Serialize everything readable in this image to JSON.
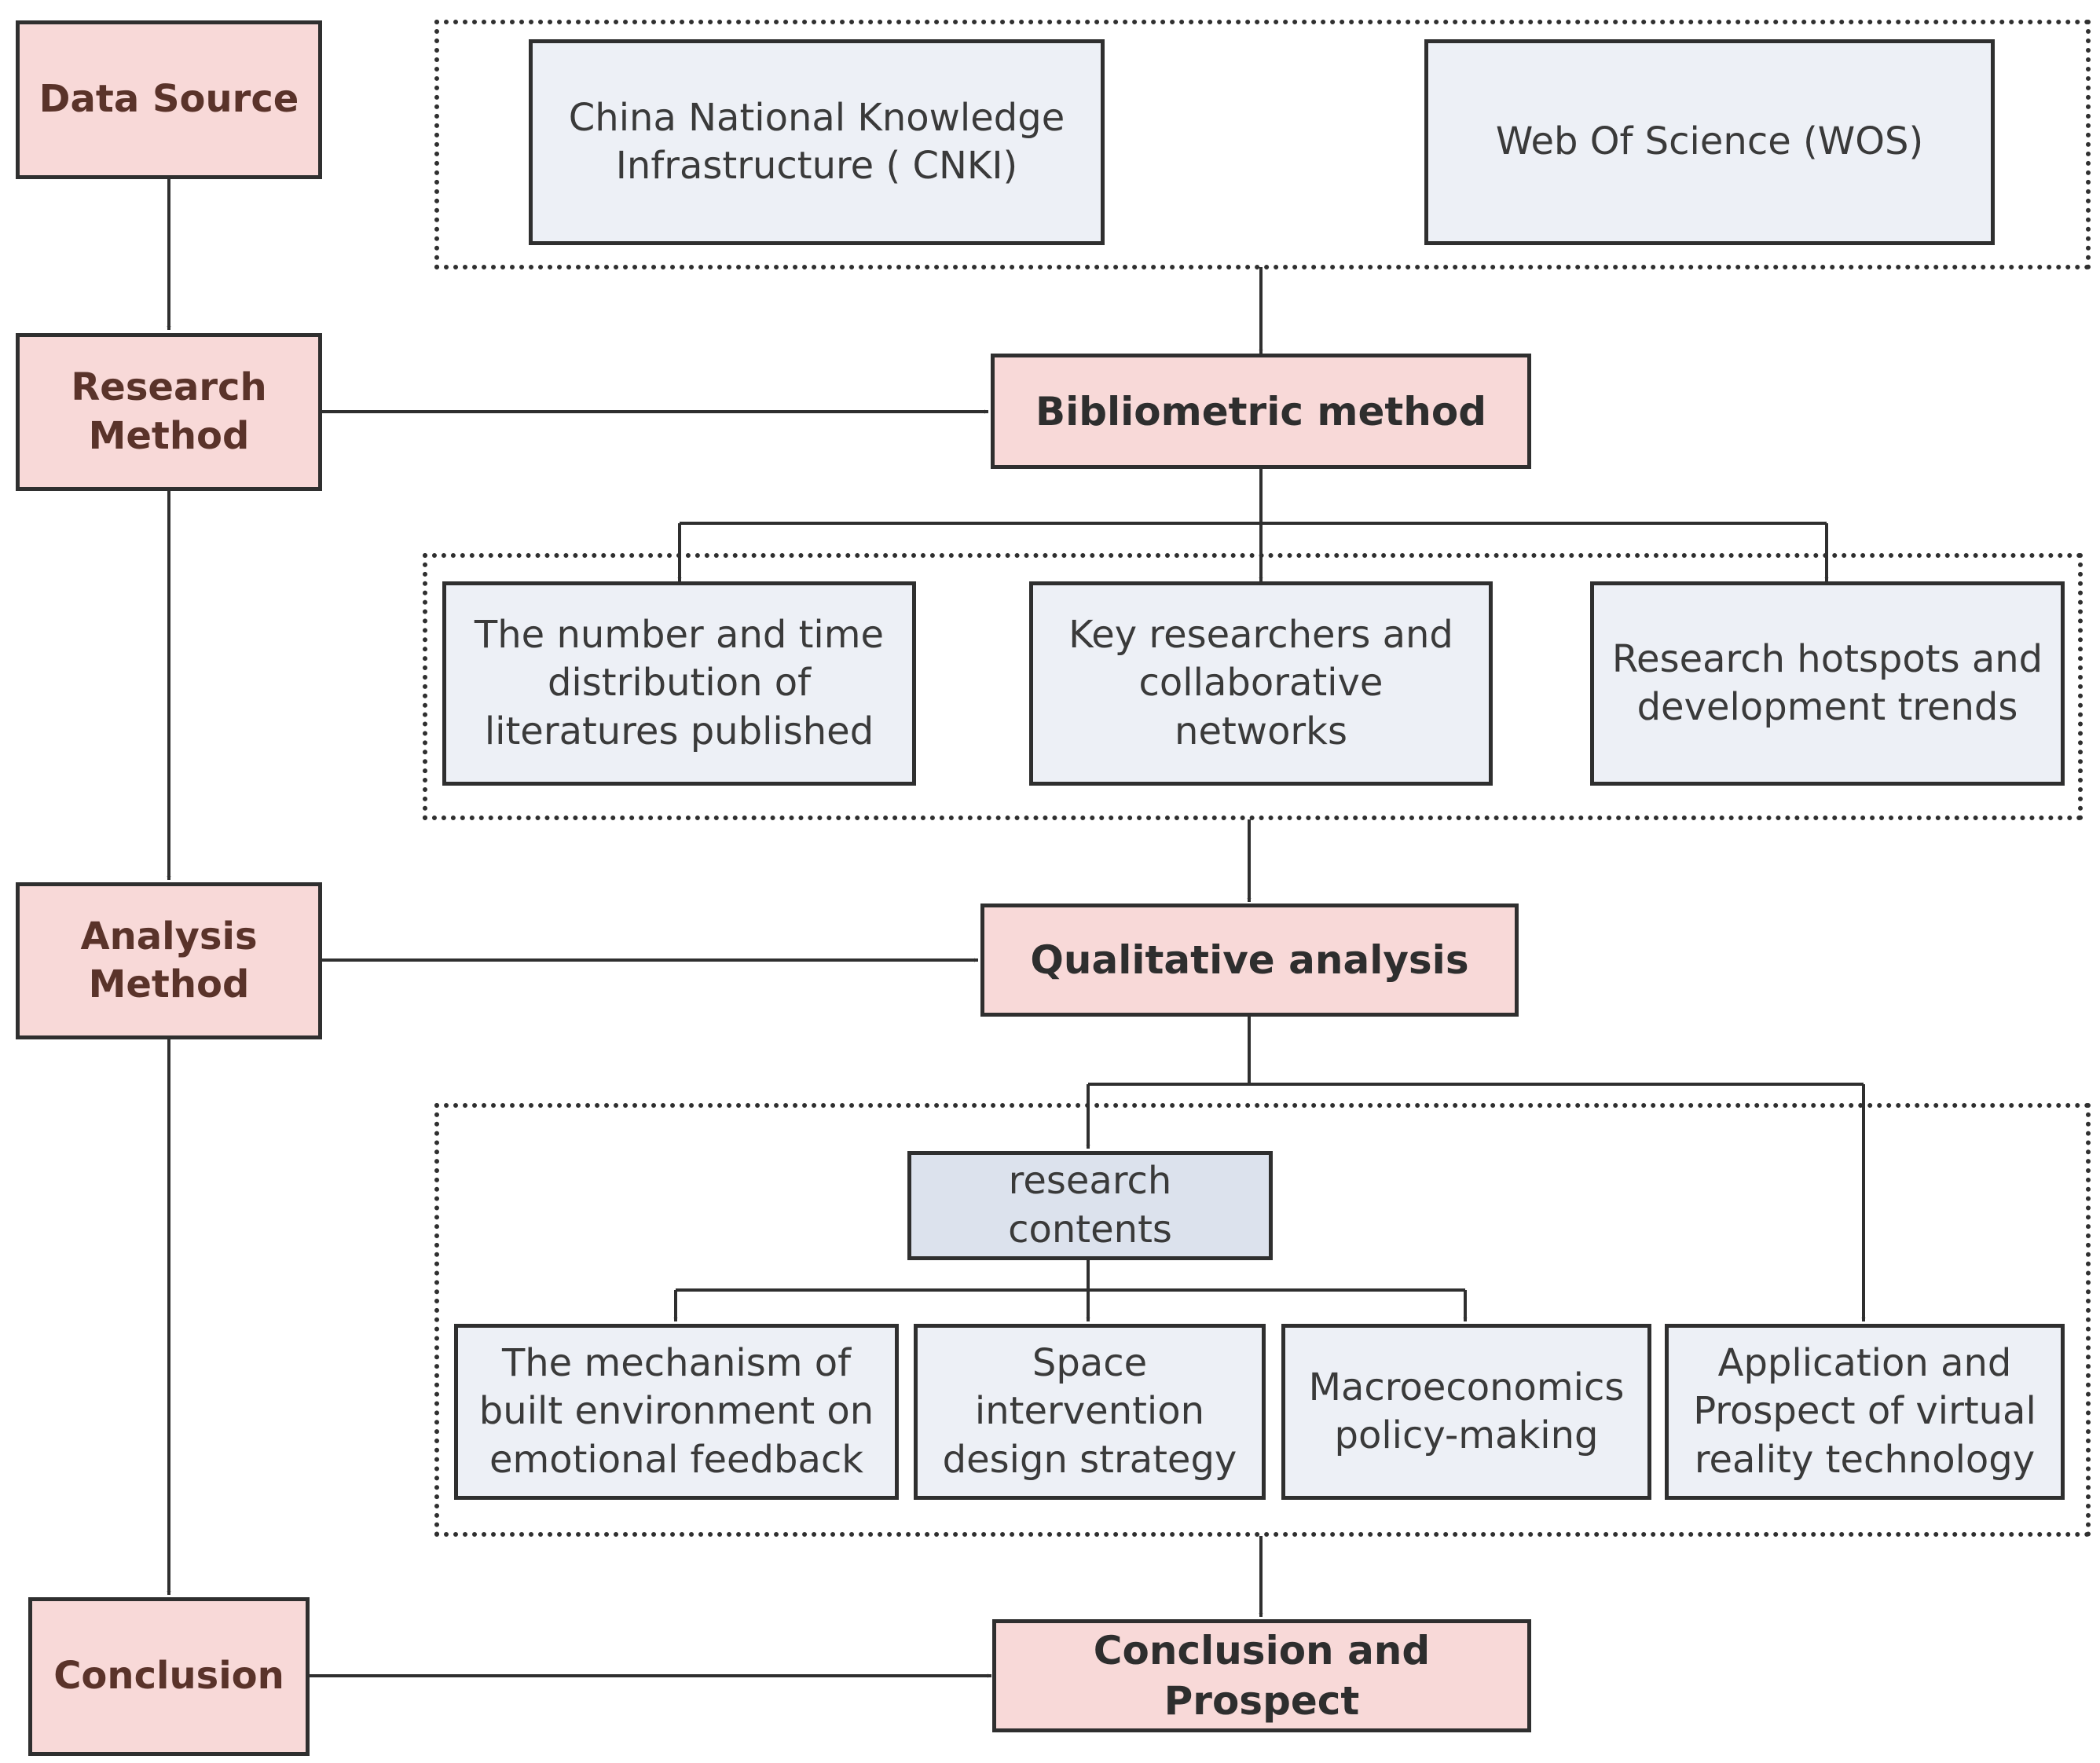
{
  "stages": {
    "data_source": "Data Source",
    "research_method": "Research\nMethod",
    "analysis_method": "Analysis\nMethod",
    "conclusion": "Conclusion"
  },
  "sources": {
    "cnki": "China National Knowledge\nInfrastructure ( CNKI)",
    "wos": "Web Of Science  (WOS)"
  },
  "core": {
    "bibliometric": "Bibliometric method",
    "qualitative": "Qualitative analysis",
    "conclusion_prospect": "Conclusion and Prospect"
  },
  "bibliometric_outputs": [
    "The number and time\ndistribution of\nliteratures published",
    "Key researchers and\ncollaborative\nnetworks",
    "Research hotspots and\ndevelopment trends"
  ],
  "research_contents": {
    "label": "research\ncontents",
    "items": [
      "The mechanism of\nbuilt environment on\nemotional feedback",
      "Space\nintervention\ndesign strategy",
      "Macroeconomics\npolicy-making"
    ]
  },
  "application": "Application and\nProspect of virtual\nreality technology"
}
